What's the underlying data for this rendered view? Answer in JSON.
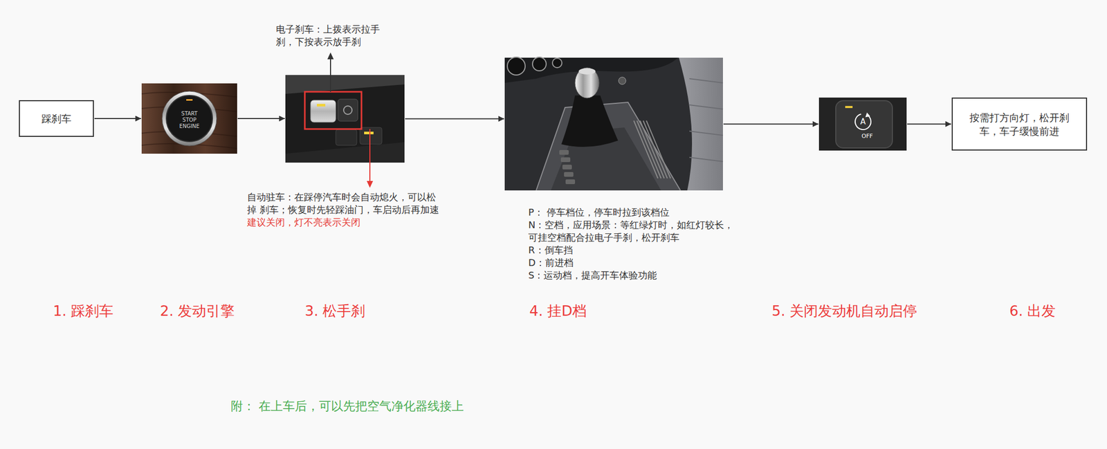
{
  "diagram": {
    "nodes": [
      {
        "text": [
          "踩刹车"
        ]
      },
      {
        "text": [
          "START STOP ENGINE"
        ]
      },
      {
        "text": [
          "电子刹车：上拨表示拉手 刹，下按表示放手刹",
          "自动驻车：在踩停汽车时会自动熄火，可以松掉 刹车；恢复时先轻踩油门，车启动后再加速",
          "建议关闭，灯不亮表示关闭"
        ]
      },
      {
        "text": [
          "P： 停车档位，停车时拉到该档位",
          "N：空档，应用场景：等红绿灯时，如红灯较长， 可挂空档配合拉电子手刹，松开刹车",
          "R：倒车挡",
          "D：前进档",
          "S：运动档，提高开车体验功能"
        ]
      },
      {
        "text": [
          "A",
          "OFF"
        ]
      },
      {
        "text": [
          "按需打方向灯，松开刹 车，车子缓慢前进"
        ]
      }
    ],
    "edges": [
      {
        "from": 0,
        "to": 1,
        "arrow": "to"
      },
      {
        "from": 1,
        "to": 2,
        "arrow": "to"
      },
      {
        "from": 2,
        "to": 3,
        "arrow": "to"
      },
      {
        "from": 3,
        "to": 4,
        "arrow": "to"
      },
      {
        "from": 4,
        "to": 5,
        "arrow": "to"
      }
    ],
    "labels": [
      "1. 踩刹车",
      "2. 发动引擎",
      "3. 松手刹",
      "4. 挂D档",
      "5. 关闭发动机自动启停",
      "6. 出发",
      "附： 在上车后，可以先把空气净化器线接上"
    ]
  }
}
